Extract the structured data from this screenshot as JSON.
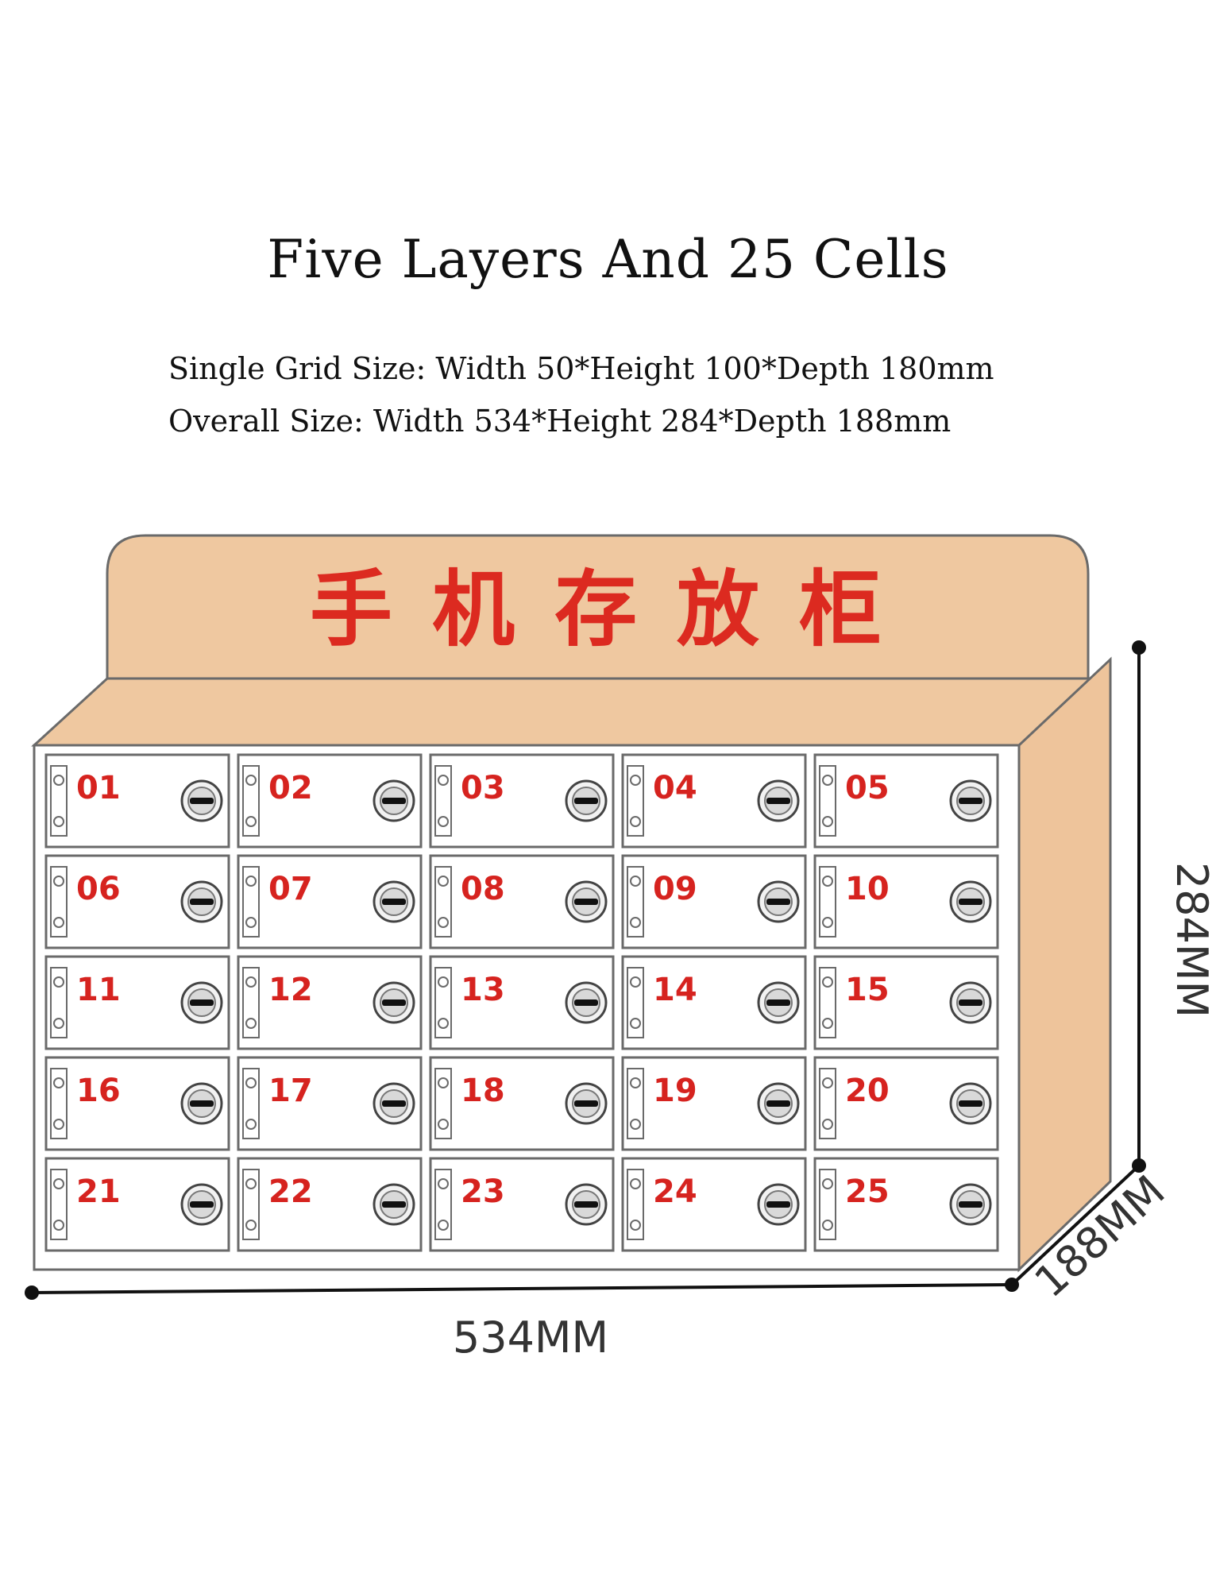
{
  "title": "Five Layers And 25 Cells",
  "spec_lines": [
    "Single Grid Size: Width 50*Height 100*Depth 180mm",
    "Overall Size: Width 534*Height 284*Depth 188mm"
  ],
  "banner": {
    "chars": [
      "手",
      "机",
      "存",
      "放",
      "柜"
    ]
  },
  "cells": [
    "01",
    "02",
    "03",
    "04",
    "05",
    "06",
    "07",
    "08",
    "09",
    "10",
    "11",
    "12",
    "13",
    "14",
    "15",
    "16",
    "17",
    "18",
    "19",
    "20",
    "21",
    "22",
    "23",
    "24",
    "25"
  ],
  "dimensions": {
    "width": "534MM",
    "height": "284MM",
    "depth": "188MM"
  },
  "colors": {
    "cabinet_body": "#efc8a0",
    "cabinet_side": "#eec49b",
    "outline": "#5a5a5a",
    "label_red": "#d6231f",
    "door_face": "#ffffff"
  },
  "icons": [
    "lock-icon",
    "hinge-icon"
  ]
}
